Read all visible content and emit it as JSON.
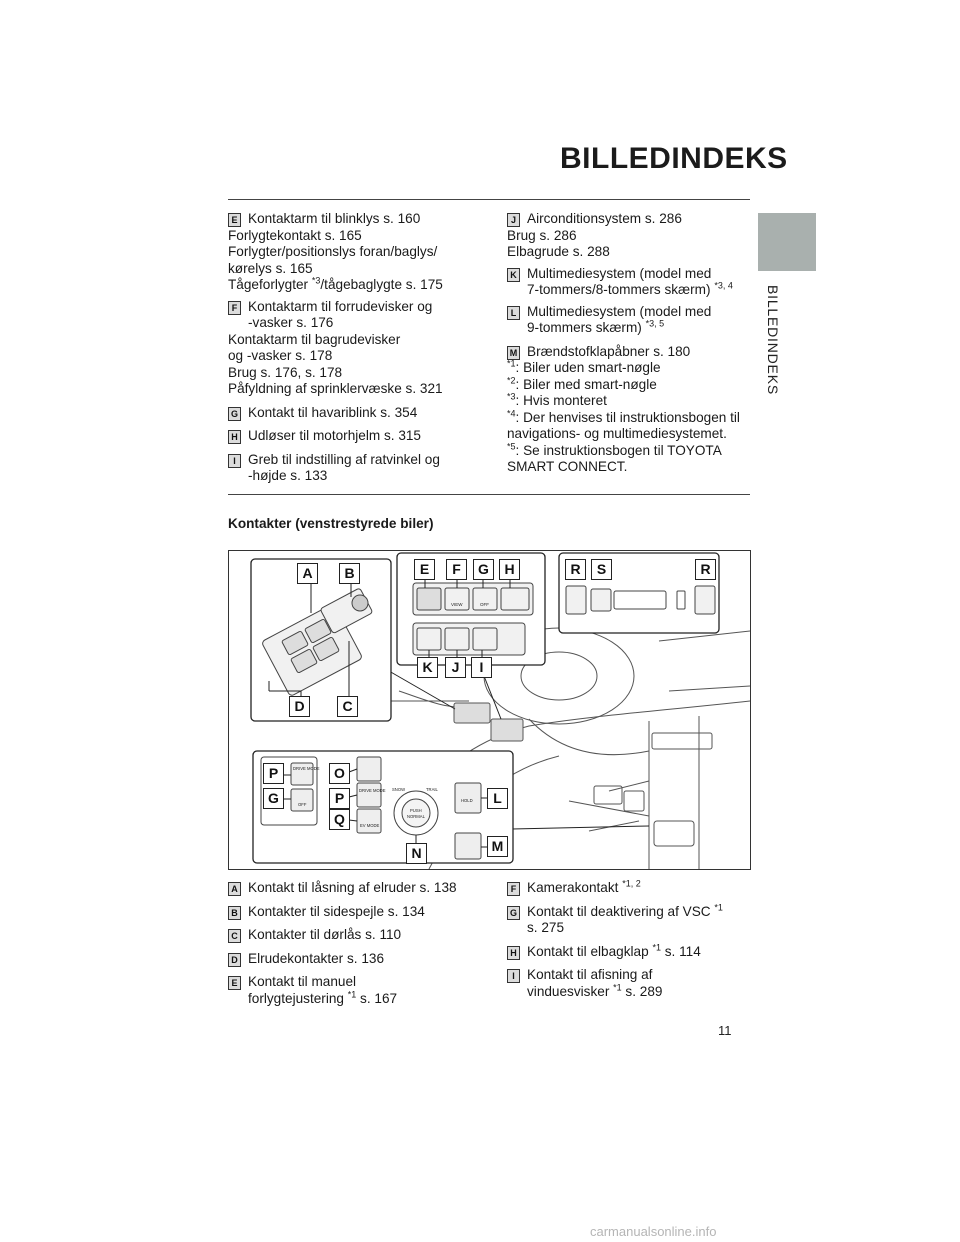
{
  "header": {
    "title": "BILLEDINDEKS",
    "side_tab_label": "BILLEDINDEKS"
  },
  "top_left": {
    "E": {
      "key": "E",
      "text": "Kontaktarm til blinklys s. 160"
    },
    "E_extra": [
      "Forlygtekontakt s. 165",
      "Forlygter/positionslys foran/baglys/",
      "kørelys s. 165"
    ],
    "E_fog_a": "Tågeforlygter ",
    "E_fog_sup": "*3",
    "E_fog_b": "/tågebaglygte s. 175",
    "F": {
      "key": "F",
      "text_1": "Kontaktarm til forrudevisker og",
      "text_2": "-vasker s. 176"
    },
    "F_extra": [
      "Kontaktarm til bagrudevisker",
      "og -vasker s. 178",
      "Brug s. 176, s. 178",
      "Påfyldning af sprinklervæske s. 321"
    ],
    "G": {
      "key": "G",
      "text": "Kontakt til havariblink s. 354"
    },
    "H": {
      "key": "H",
      "text": "Udløser til motorhjelm s. 315"
    },
    "I": {
      "key": "I",
      "text_1": "Greb til indstilling af ratvinkel og",
      "text_2": "-højde s. 133"
    }
  },
  "top_right": {
    "J": {
      "key": "J",
      "text": "Airconditionsystem s. 286"
    },
    "J_extra": [
      "Brug s. 286",
      "Elbagrude s. 288"
    ],
    "K": {
      "key": "K",
      "text_1": "Multimediesystem (model med",
      "text_2": "7-tommers/8-tommers skærm) ",
      "sup": "*3, 4"
    },
    "L": {
      "key": "L",
      "text_1": "Multimediesystem (model med",
      "text_2": "9-tommers skærm) ",
      "sup": "*3, 5"
    },
    "M": {
      "key": "M",
      "text": "Brændstofklapåbner s. 180"
    },
    "footnotes": [
      {
        "mark": "*1",
        "text": ": Biler uden smart-nøgle"
      },
      {
        "mark": "*2",
        "text": ": Biler med smart-nøgle"
      },
      {
        "mark": "*3",
        "text": ": Hvis monteret"
      },
      {
        "mark": "*4",
        "text": ": Der henvises til instruktionsbogen til navigations- og multimediesystemet."
      },
      {
        "mark": "*5",
        "text": ": Se instruktionsbogen til TOYOTA SMART CONNECT."
      }
    ]
  },
  "section": {
    "title": "Kontakter (venstrestyrede biler)"
  },
  "figure": {
    "callouts": [
      "A",
      "B",
      "C",
      "D",
      "E",
      "F",
      "G",
      "H",
      "I",
      "J",
      "K",
      "L",
      "M",
      "N",
      "O",
      "P",
      "P",
      "G",
      "Q",
      "R",
      "S",
      "R"
    ],
    "panel_texts": {
      "drive_mode": "DRIVE MODE",
      "off": "OFF",
      "view": "VIEW",
      "ev_mode": "EV MODE",
      "snow": "SNOW",
      "trail": "TRAIL",
      "push": "PUSH",
      "normal": "NORMAL",
      "hold": "HOLD"
    }
  },
  "bottom_left": [
    {
      "key": "A",
      "text": "Kontakt til låsning af elruder s. 138"
    },
    {
      "key": "B",
      "text": "Kontakter til sidespejle s. 134"
    },
    {
      "key": "C",
      "text": "Kontakter til dørlås s. 110"
    },
    {
      "key": "D",
      "text": "Elrudekontakter s. 136"
    }
  ],
  "bottom_left_E": {
    "key": "E",
    "text_1": "Kontakt til manuel",
    "text_2a": "forlygtejustering ",
    "sup": "*1",
    "text_2b": " s. 167"
  },
  "bottom_right": {
    "F": {
      "key": "F",
      "text": "Kamerakontakt ",
      "sup": "*1, 2"
    },
    "G": {
      "key": "G",
      "text_1": "Kontakt til deaktivering af VSC ",
      "sup": "*1",
      "text_2": "s. 275"
    },
    "H": {
      "key": "H",
      "text_a": "Kontakt til elbagklap ",
      "sup": "*1",
      "text_b": " s. 114"
    },
    "I": {
      "key": "I",
      "text_1": "Kontakt til afisning af",
      "text_2a": "vinduesvisker ",
      "sup": "*1",
      "text_2b": " s. 289"
    }
  },
  "footer": {
    "page_number": "11",
    "watermark": "carmanualsonline.info"
  }
}
